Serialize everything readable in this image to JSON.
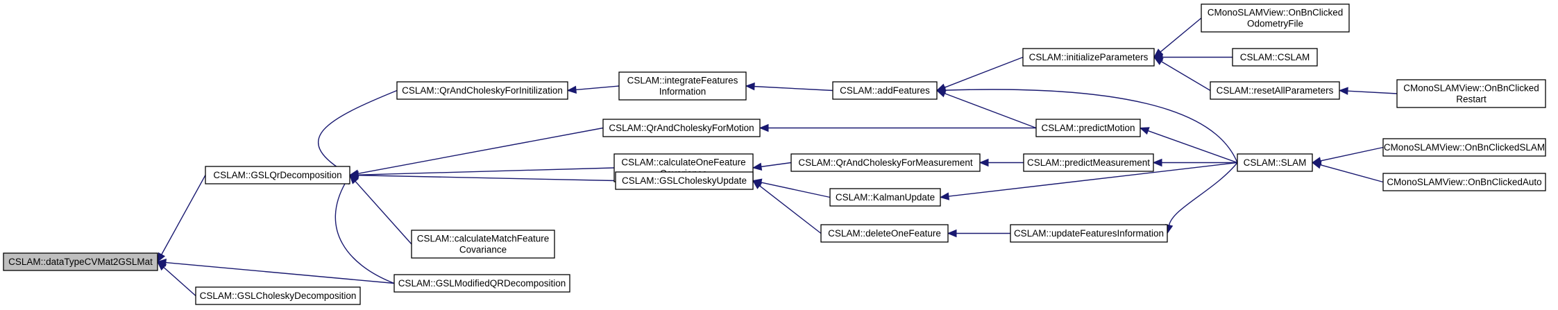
{
  "colors": {
    "edge": "#191970",
    "node_border": "#000000",
    "node_fill": "#ffffff",
    "root_fill": "#bfbfbf",
    "background": "#ffffff"
  },
  "nodes": [
    {
      "id": "n1",
      "lines": [
        "CSLAM::dataTypeCVMat2GSLMat"
      ],
      "root": true
    },
    {
      "id": "n2",
      "lines": [
        "CSLAM::GSLQrDecomposition"
      ]
    },
    {
      "id": "n3",
      "lines": [
        "CSLAM::GSLCholeskyDecomposition"
      ]
    },
    {
      "id": "n4",
      "lines": [
        "CSLAM::GSLModifiedQRDecomposition"
      ]
    },
    {
      "id": "n5",
      "lines": [
        "CSLAM::QrAndCholeskyForInitilization"
      ]
    },
    {
      "id": "n6",
      "lines": [
        "CSLAM::QrAndCholeskyForMotion"
      ]
    },
    {
      "id": "n7",
      "lines": [
        "CSLAM::calculateOneFeature",
        "Covariance"
      ]
    },
    {
      "id": "n8",
      "lines": [
        "CSLAM::GSLCholeskyUpdate"
      ]
    },
    {
      "id": "n9",
      "lines": [
        "CSLAM::calculateMatchFeature",
        "Covariance"
      ]
    },
    {
      "id": "n10",
      "lines": [
        "CSLAM::integrateFeatures",
        "Information"
      ]
    },
    {
      "id": "n11",
      "lines": [
        "CSLAM::addFeatures"
      ]
    },
    {
      "id": "n12",
      "lines": [
        "CSLAM::QrAndCholeskyForMeasurement"
      ]
    },
    {
      "id": "n13",
      "lines": [
        "CSLAM::KalmanUpdate"
      ]
    },
    {
      "id": "n14",
      "lines": [
        "CSLAM::deleteOneFeature"
      ]
    },
    {
      "id": "n15",
      "lines": [
        "CSLAM::initializeParameters"
      ]
    },
    {
      "id": "n16",
      "lines": [
        "CSLAM::predictMotion"
      ]
    },
    {
      "id": "n17",
      "lines": [
        "CSLAM::predictMeasurement"
      ]
    },
    {
      "id": "n18",
      "lines": [
        "CSLAM::updateFeaturesInformation"
      ]
    },
    {
      "id": "n19",
      "lines": [
        "CMonoSLAMView::OnBnClicked",
        "OdometryFile"
      ]
    },
    {
      "id": "n20",
      "lines": [
        "CSLAM::CSLAM"
      ]
    },
    {
      "id": "n21",
      "lines": [
        "CSLAM::resetAllParameters"
      ]
    },
    {
      "id": "n22",
      "lines": [
        "CSLAM::SLAM"
      ]
    },
    {
      "id": "n23",
      "lines": [
        "CMonoSLAMView::OnBnClicked",
        "Restart"
      ]
    },
    {
      "id": "n24",
      "lines": [
        "CMonoSLAMView::OnBnClickedSLAM"
      ]
    },
    {
      "id": "n25",
      "lines": [
        "CMonoSLAMView::OnBnClickedAuto"
      ]
    }
  ],
  "edges": [
    {
      "from": "n2",
      "to": "n1"
    },
    {
      "from": "n3",
      "to": "n1"
    },
    {
      "from": "n4",
      "to": "n1"
    },
    {
      "from": "n5",
      "to": "n2"
    },
    {
      "from": "n6",
      "to": "n2"
    },
    {
      "from": "n7",
      "to": "n2"
    },
    {
      "from": "n8",
      "to": "n2"
    },
    {
      "from": "n9",
      "to": "n2"
    },
    {
      "from": "n4",
      "to": "n2"
    },
    {
      "from": "n10",
      "to": "n5"
    },
    {
      "from": "n16",
      "to": "n6"
    },
    {
      "from": "n12",
      "to": "n7"
    },
    {
      "from": "n13",
      "to": "n8"
    },
    {
      "from": "n14",
      "to": "n8"
    },
    {
      "from": "n11",
      "to": "n10"
    },
    {
      "from": "n15",
      "to": "n11"
    },
    {
      "from": "n16",
      "to": "n11"
    },
    {
      "from": "n22",
      "to": "n11"
    },
    {
      "from": "n17",
      "to": "n12"
    },
    {
      "from": "n22",
      "to": "n13"
    },
    {
      "from": "n18",
      "to": "n14"
    },
    {
      "from": "n19",
      "to": "n15"
    },
    {
      "from": "n20",
      "to": "n15"
    },
    {
      "from": "n21",
      "to": "n15"
    },
    {
      "from": "n22",
      "to": "n16"
    },
    {
      "from": "n22",
      "to": "n17"
    },
    {
      "from": "n22",
      "to": "n18"
    },
    {
      "from": "n23",
      "to": "n21"
    },
    {
      "from": "n24",
      "to": "n22"
    },
    {
      "from": "n25",
      "to": "n22"
    }
  ]
}
